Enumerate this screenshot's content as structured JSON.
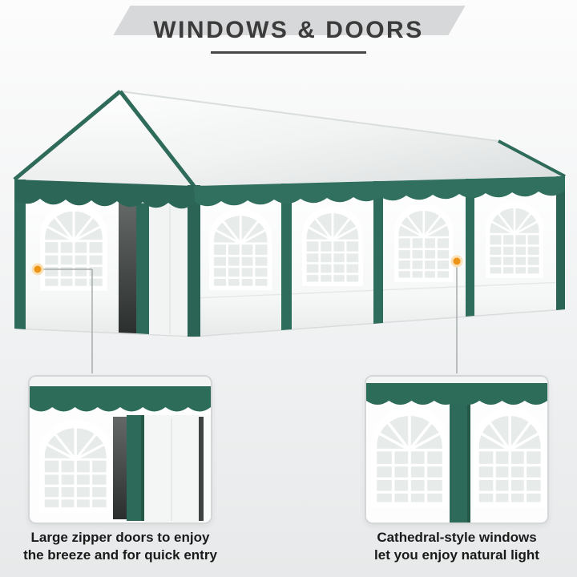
{
  "header": {
    "title": "WINDOWS & DOORS"
  },
  "colors": {
    "tent_green": "#2e6b5a",
    "canopy_white": "#f6f7f7",
    "accent_orange": "#ec9415",
    "title_text": "#3b3b3b",
    "banner_gray": "#d7d8d9",
    "caption_text": "#1a1a1a"
  },
  "callouts": [
    {
      "id": "zipper-doors",
      "caption_line1": "Large zipper doors to enjoy",
      "caption_line2": "the breeze and for quick entry"
    },
    {
      "id": "cathedral-windows",
      "caption_line1": "Cathedral-style windows",
      "caption_line2": "let you enjoy natural light"
    }
  ]
}
